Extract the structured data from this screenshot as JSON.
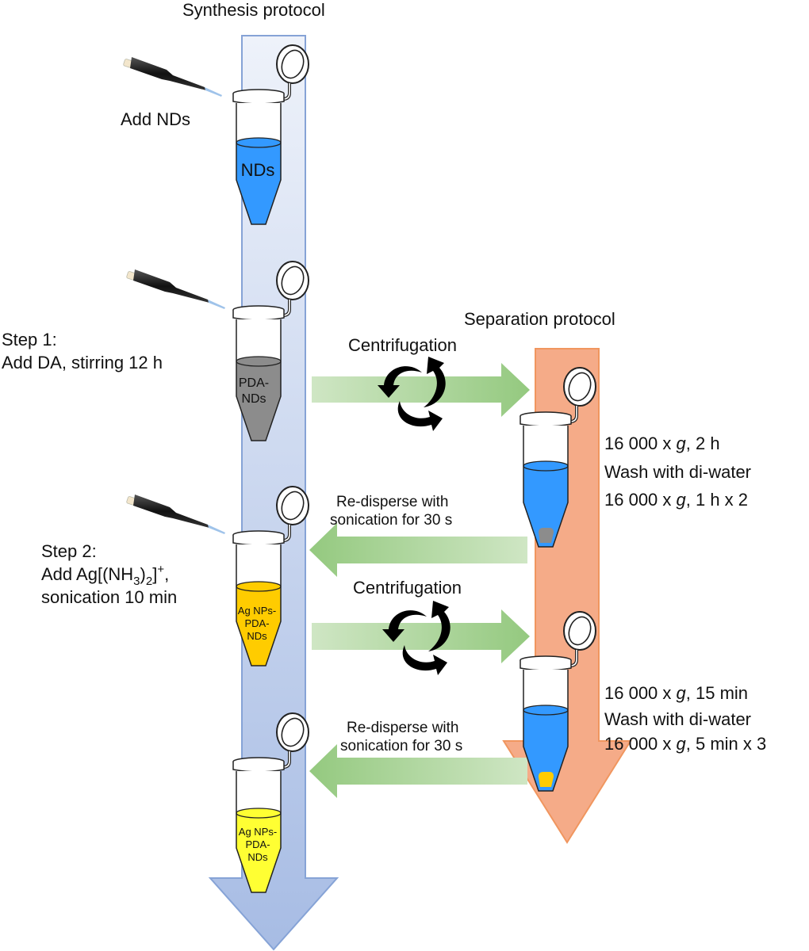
{
  "titles": {
    "synthesis": "Synthesis protocol",
    "separation": "Separation protocol"
  },
  "colors": {
    "synthesis_arrow_top": "#e8eef8",
    "synthesis_arrow_bottom": "#a9bde3",
    "synthesis_arrow_border": "#7f9fd4",
    "separation_arrow": "#f5aa85",
    "separation_arrow_border": "#f0955f",
    "transfer_arrow_dark": "#9dcc8a",
    "transfer_arrow_light": "#c8e2bc",
    "nds_blue": "#3399ff",
    "pda_gray": "#8c8c8c",
    "ag_orange_yellow": "#ffcc00",
    "ag_yellow": "#ffff33"
  },
  "synthesis_steps": [
    {
      "label_lines": [
        "Add NDs"
      ],
      "tube_label_lines": [
        "NDs"
      ],
      "liquid": "nds_blue"
    },
    {
      "label_lines": [
        "Step 1:",
        "Add DA, stirring 12 h"
      ],
      "tube_label_lines": [
        "PDA-",
        "NDs"
      ],
      "liquid": "pda_gray"
    },
    {
      "label_lines": [
        "Step 2:",
        "Add Ag[(NH3)2]+,",
        "sonication 10 min"
      ],
      "tube_label_lines": [
        "Ag NPs-",
        "PDA-",
        "NDs"
      ],
      "liquid": "ag_orange_yellow"
    },
    {
      "label_lines": [],
      "tube_label_lines": [
        "Ag NPs-",
        "PDA-",
        "NDs"
      ],
      "liquid": "ag_yellow"
    }
  ],
  "step2_formula": {
    "prefix": "Add Ag[(NH",
    "sub1": "3",
    "mid": ")",
    "sub2": "2",
    "close": "]",
    "sup": "+",
    "suffix": ","
  },
  "transfers": [
    {
      "direction": "right",
      "label": "Centrifugation"
    },
    {
      "direction": "left",
      "label_lines": [
        "Re-disperse with",
        "sonication for 30 s"
      ]
    },
    {
      "direction": "right",
      "label": "Centrifugation"
    },
    {
      "direction": "left",
      "label_lines": [
        "Re-disperse with",
        "sonication for 30 s"
      ]
    }
  ],
  "separation_steps": [
    {
      "lines": [
        {
          "a": "16 000 x ",
          "g": "g",
          "b": ", 2 h"
        },
        {
          "a": "Wash with di-water",
          "g": "",
          "b": ""
        },
        {
          "a": "16 000 x ",
          "g": "g",
          "b": ", 1 h x 2"
        }
      ],
      "pellet": "pda_gray"
    },
    {
      "lines": [
        {
          "a": "16 000 x ",
          "g": "g",
          "b": ", 15 min"
        },
        {
          "a": "Wash with di-water",
          "g": "",
          "b": ""
        },
        {
          "a": "16 000 x ",
          "g": "g",
          "b": ", 5 min x 3"
        }
      ],
      "pellet": "ag_orange_yellow"
    }
  ],
  "icons": {
    "pipette": "pipette-icon",
    "tube": "microcentrifuge-tube-icon",
    "centrifuge": "circular-arrows-icon"
  }
}
